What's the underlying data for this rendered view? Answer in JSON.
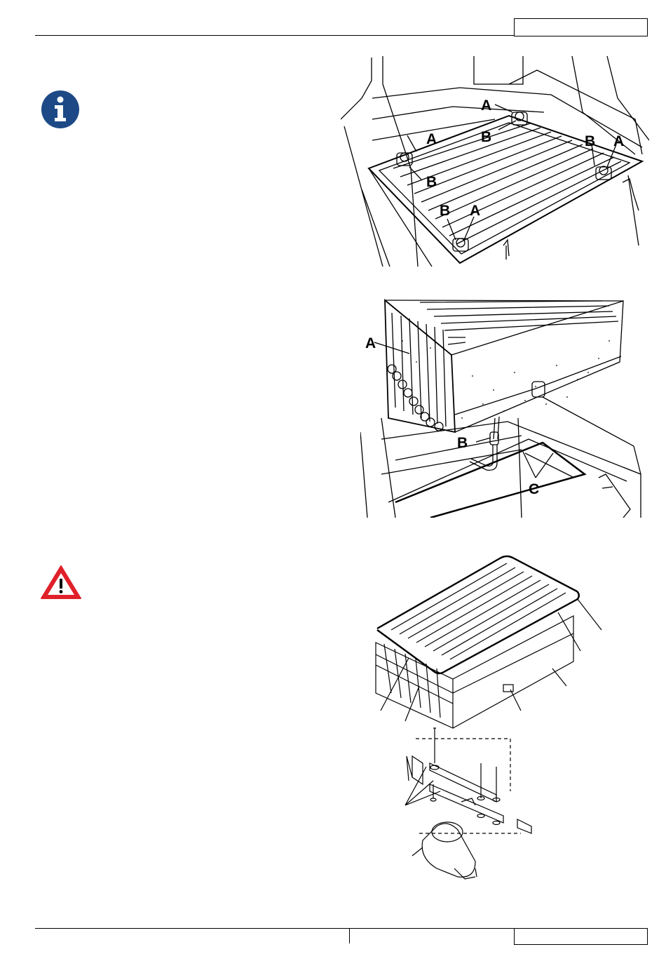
{
  "header": {
    "page_ref_box": ""
  },
  "footer": {
    "left_text": "",
    "right_box": ""
  },
  "icons": {
    "info": "info-icon",
    "warning": "warning-icon"
  },
  "colors": {
    "info_blue": "#1d4a86",
    "warning_red": "#e0202a"
  },
  "figure1": {
    "labels": {
      "a1": "A",
      "a2": "A",
      "a3": "A",
      "a4": "A",
      "b1": "B",
      "b2": "B",
      "b3": "B",
      "b4": "B"
    }
  },
  "figure2": {
    "labels": {
      "a": "A",
      "b": "B",
      "c": "C"
    }
  }
}
